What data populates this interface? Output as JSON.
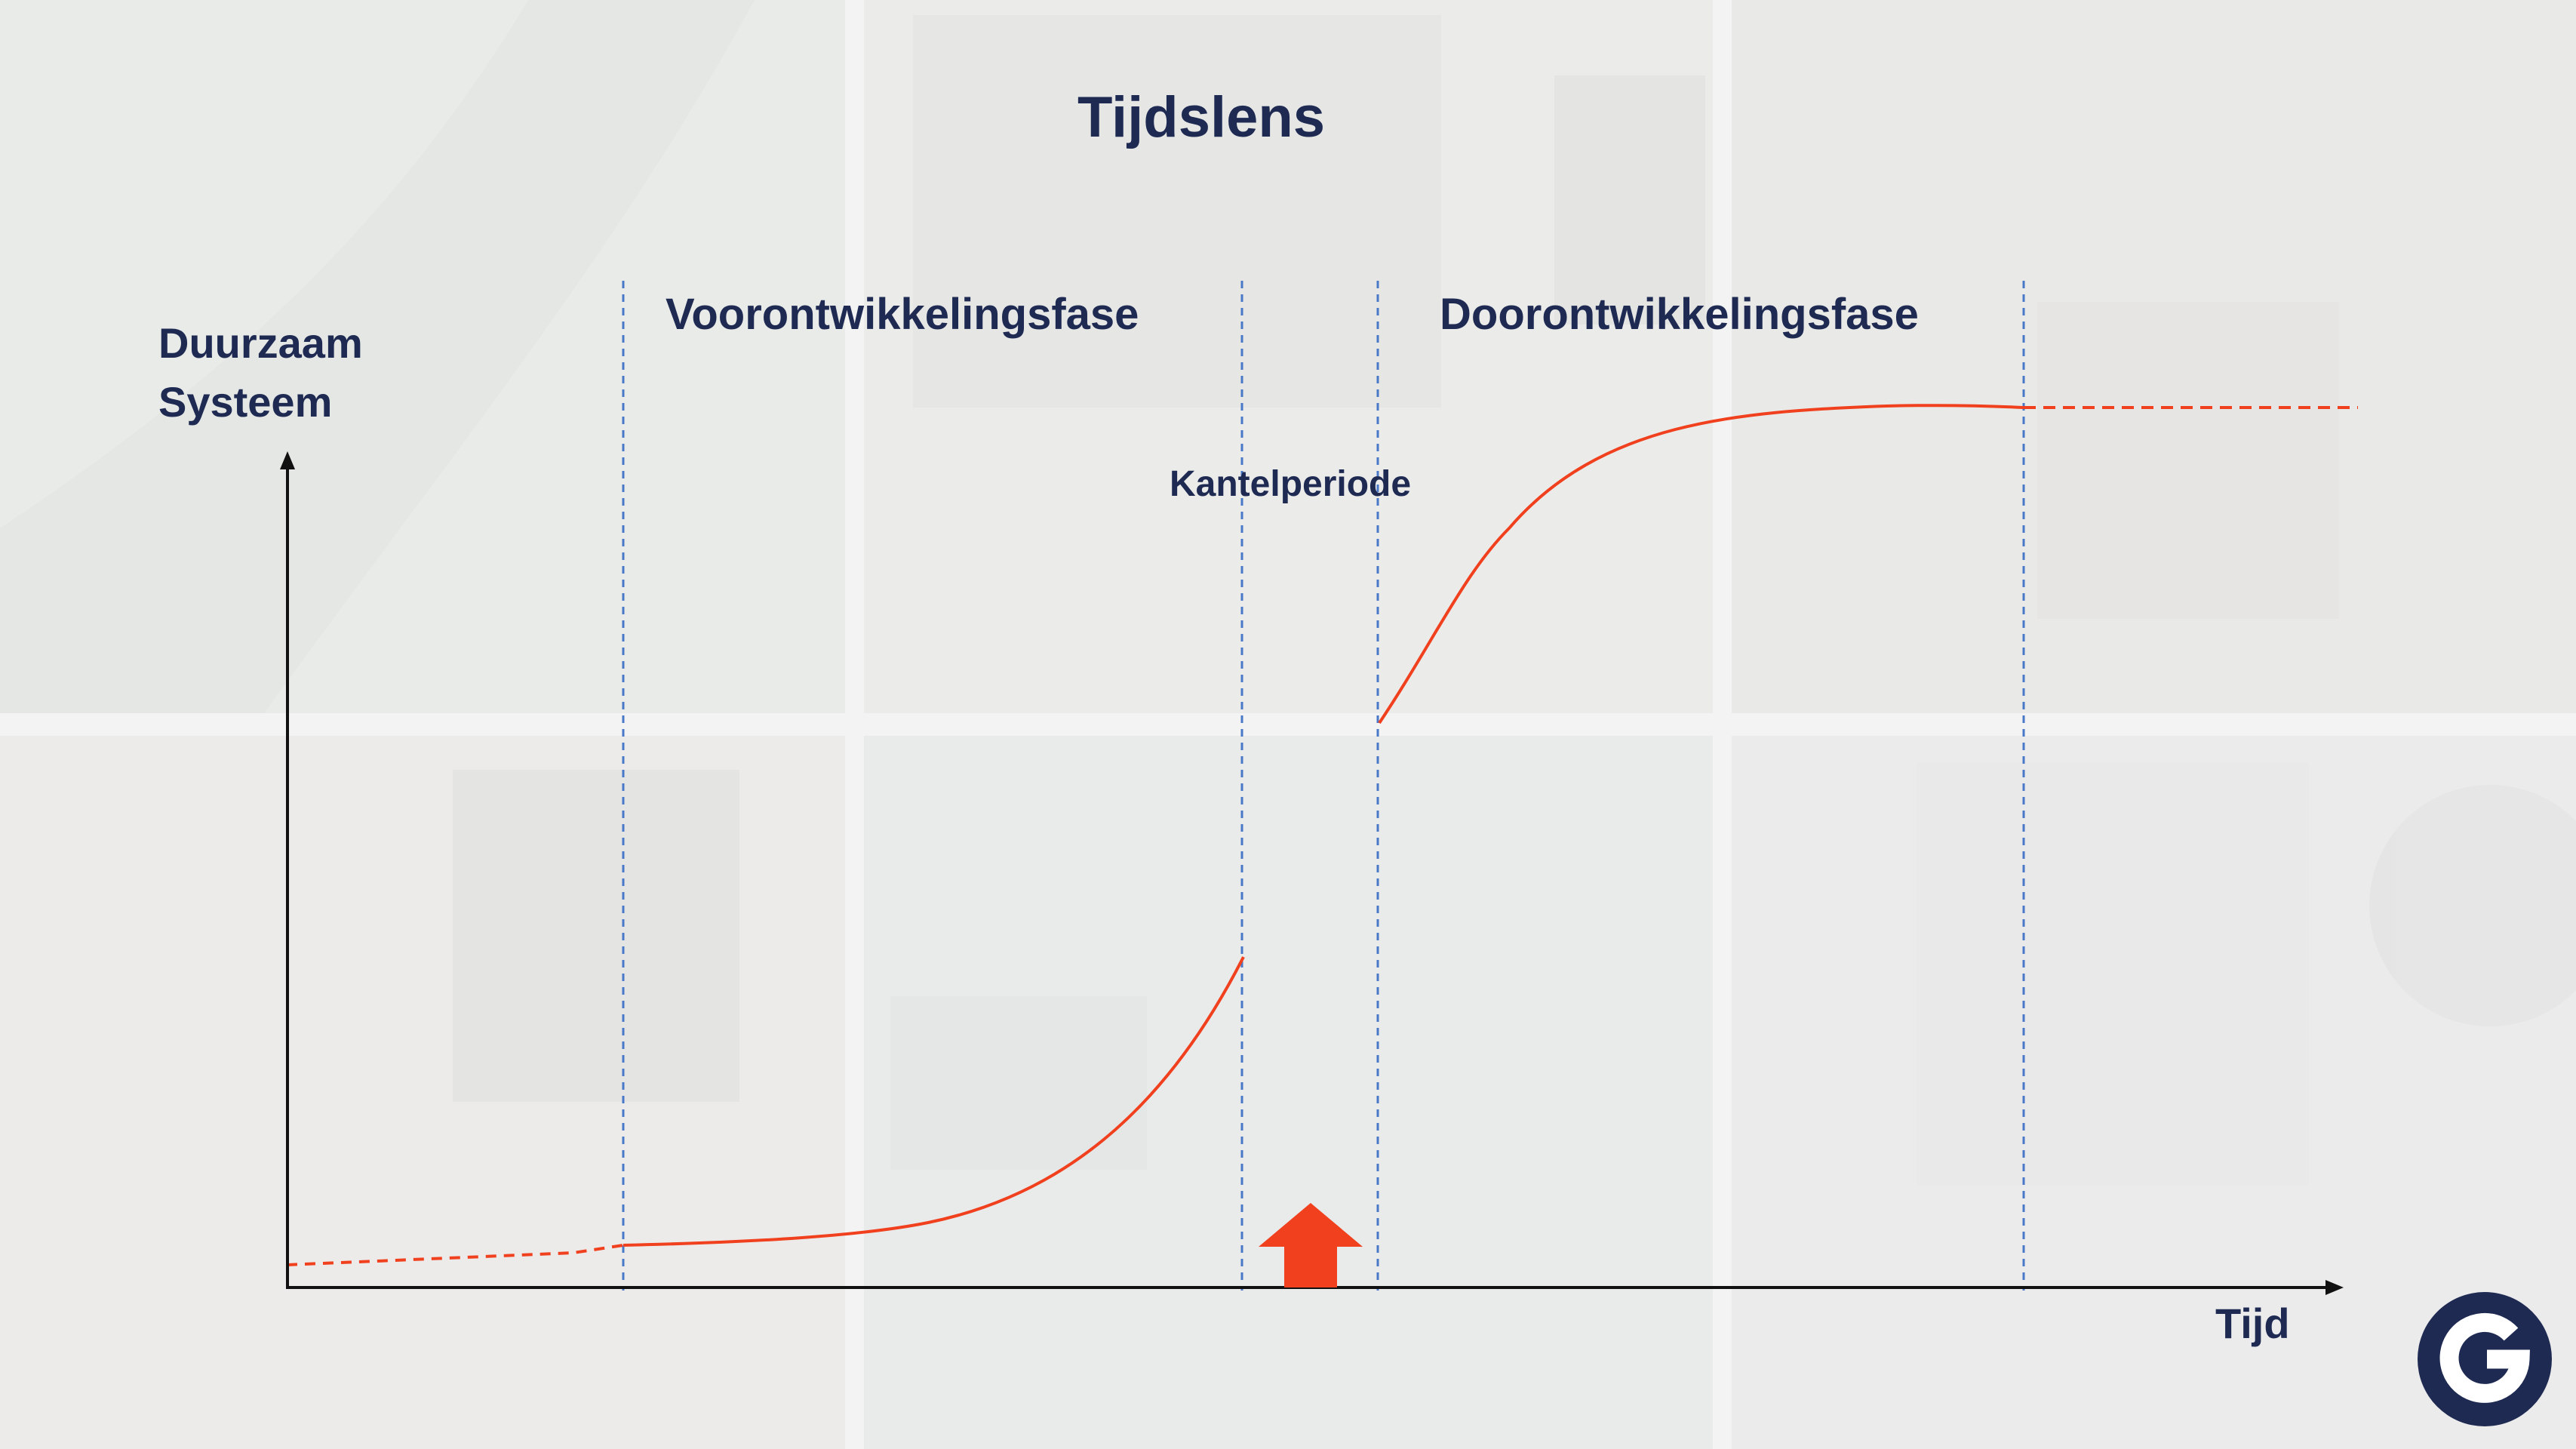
{
  "title": "Tijdslens",
  "y_axis": {
    "line1": "Duurzaam",
    "line2": "Systeem"
  },
  "x_axis": {
    "label": "Tijd"
  },
  "phases": {
    "predevelopment": "Voorontwikkelingsfase",
    "tipping": "Kantelperiode",
    "further_development": "Doorontwikkelingsfase"
  },
  "colors": {
    "text": "#1e2a52",
    "curve": "#f0401e",
    "arrow": "#f0401e",
    "divider": "#4a78c8",
    "axis": "#111111",
    "logo": "#1e2a52"
  },
  "icons": {
    "marker": "up-arrow-icon",
    "logo": "g-logo-icon"
  }
}
